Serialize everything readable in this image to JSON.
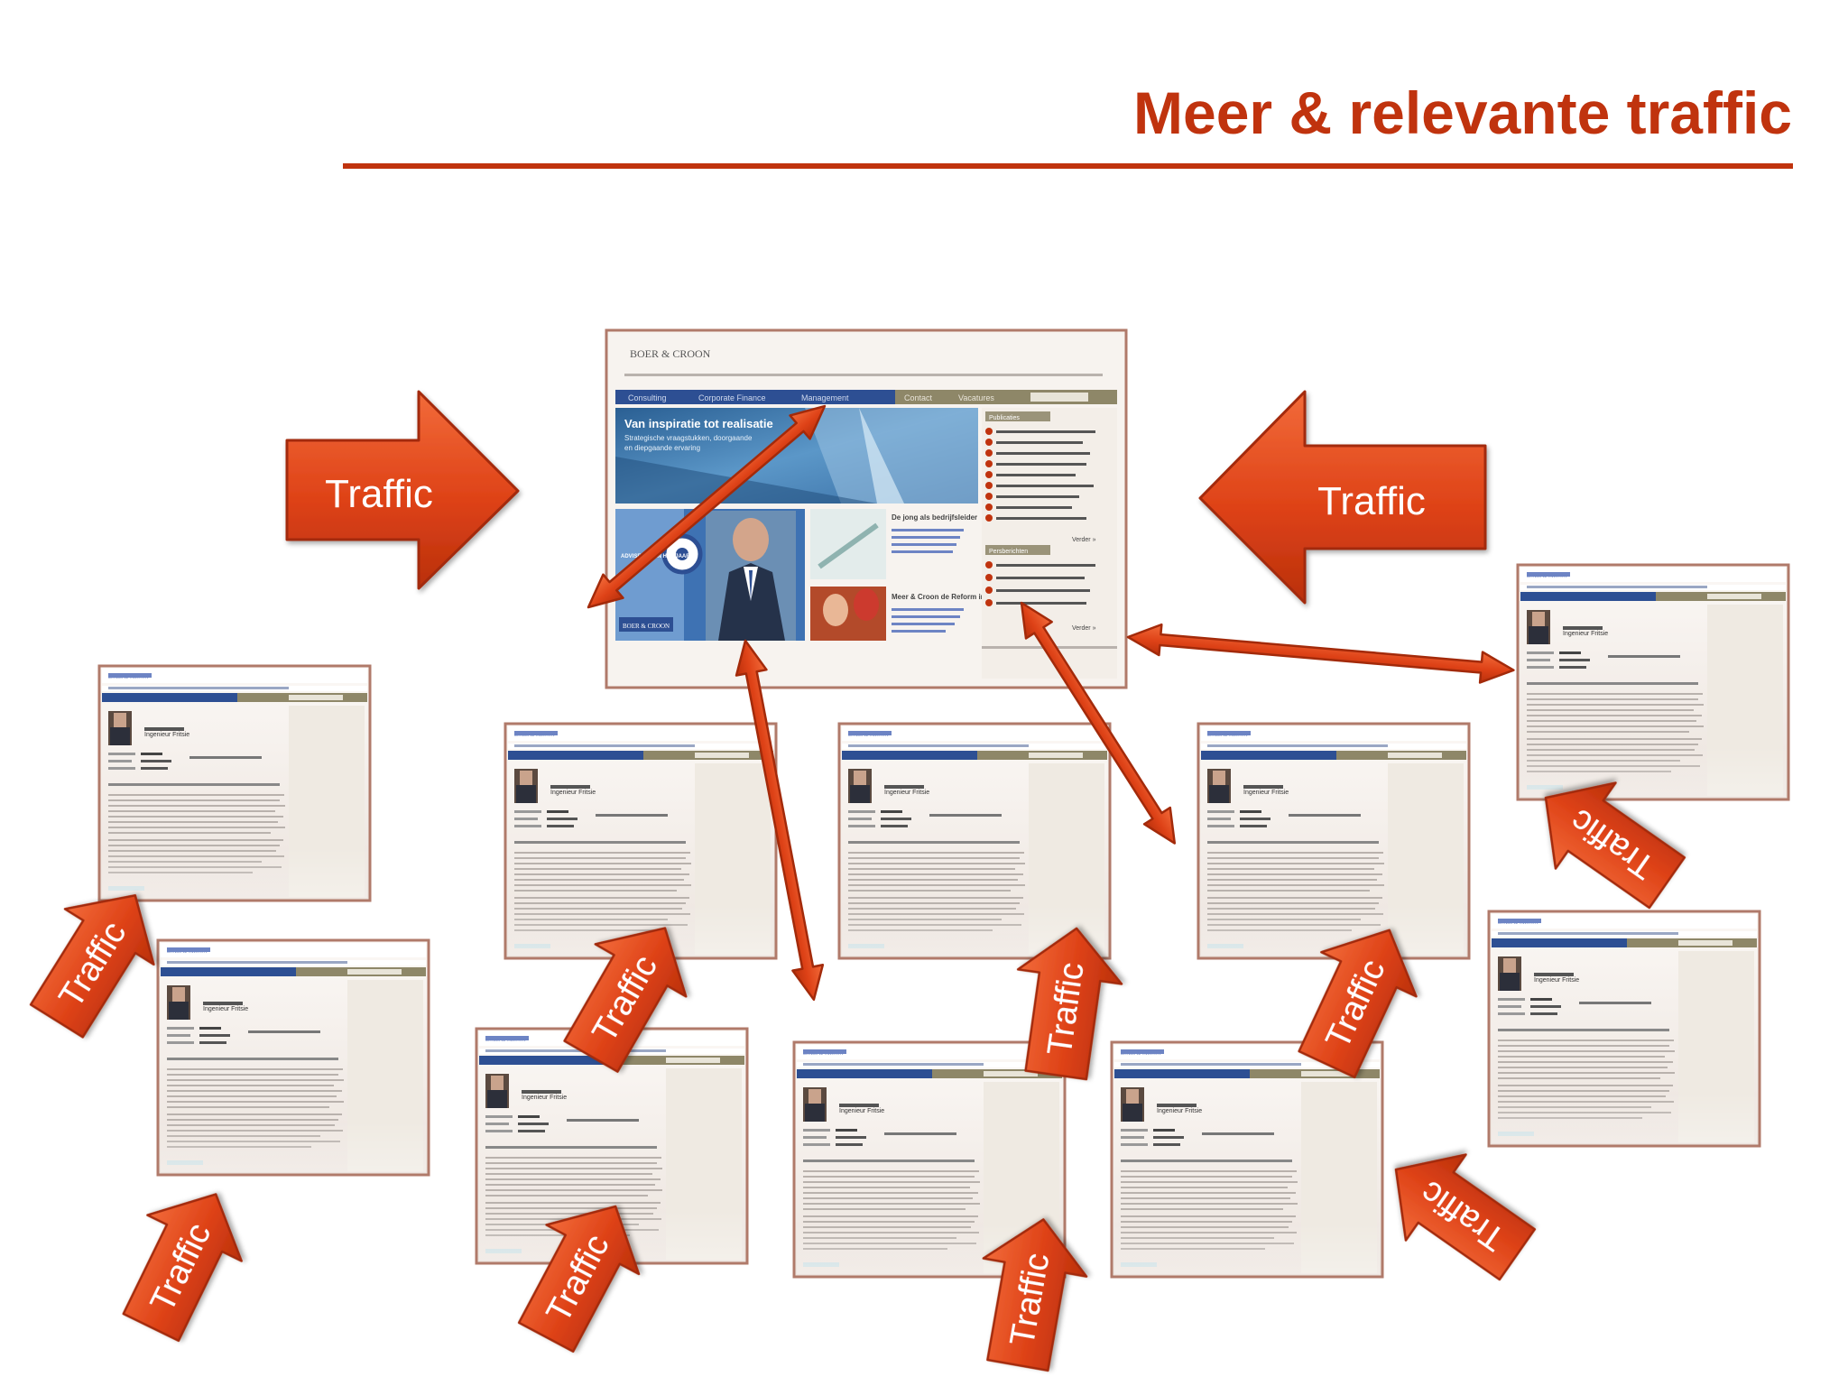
{
  "slide": {
    "title": "Meer & relevante traffic"
  },
  "arrow_label": "Traffic",
  "hub_site": {
    "logo": "BOER & CROON",
    "nav": [
      "Consulting",
      "Corporate Finance",
      "Management",
      "Contact",
      "Vacatures"
    ],
    "hero": [
      "Van inspiratie tot realisatie",
      "Strategische vraagstukken, doorgaande",
      "en diepgaande ervaring"
    ],
    "badge": "ADVISEUR VAN HET JAAR",
    "promo_1": "De jong als bedrijfsleider",
    "promo_2": "Meer & Croon de Reform in Zweden",
    "more_link": "Verder »",
    "sidebar_headings": [
      "Publicaties",
      "Persberichten"
    ]
  },
  "sub_page": {
    "logo": "BOER & CROON",
    "person_name": "Ingenieur Fritsie"
  },
  "colors": {
    "accent": "#c0330e",
    "arrow_fill": "#e34a1e",
    "arrow_dark": "#b52f0c",
    "nav_blue": "#2d4f93"
  }
}
